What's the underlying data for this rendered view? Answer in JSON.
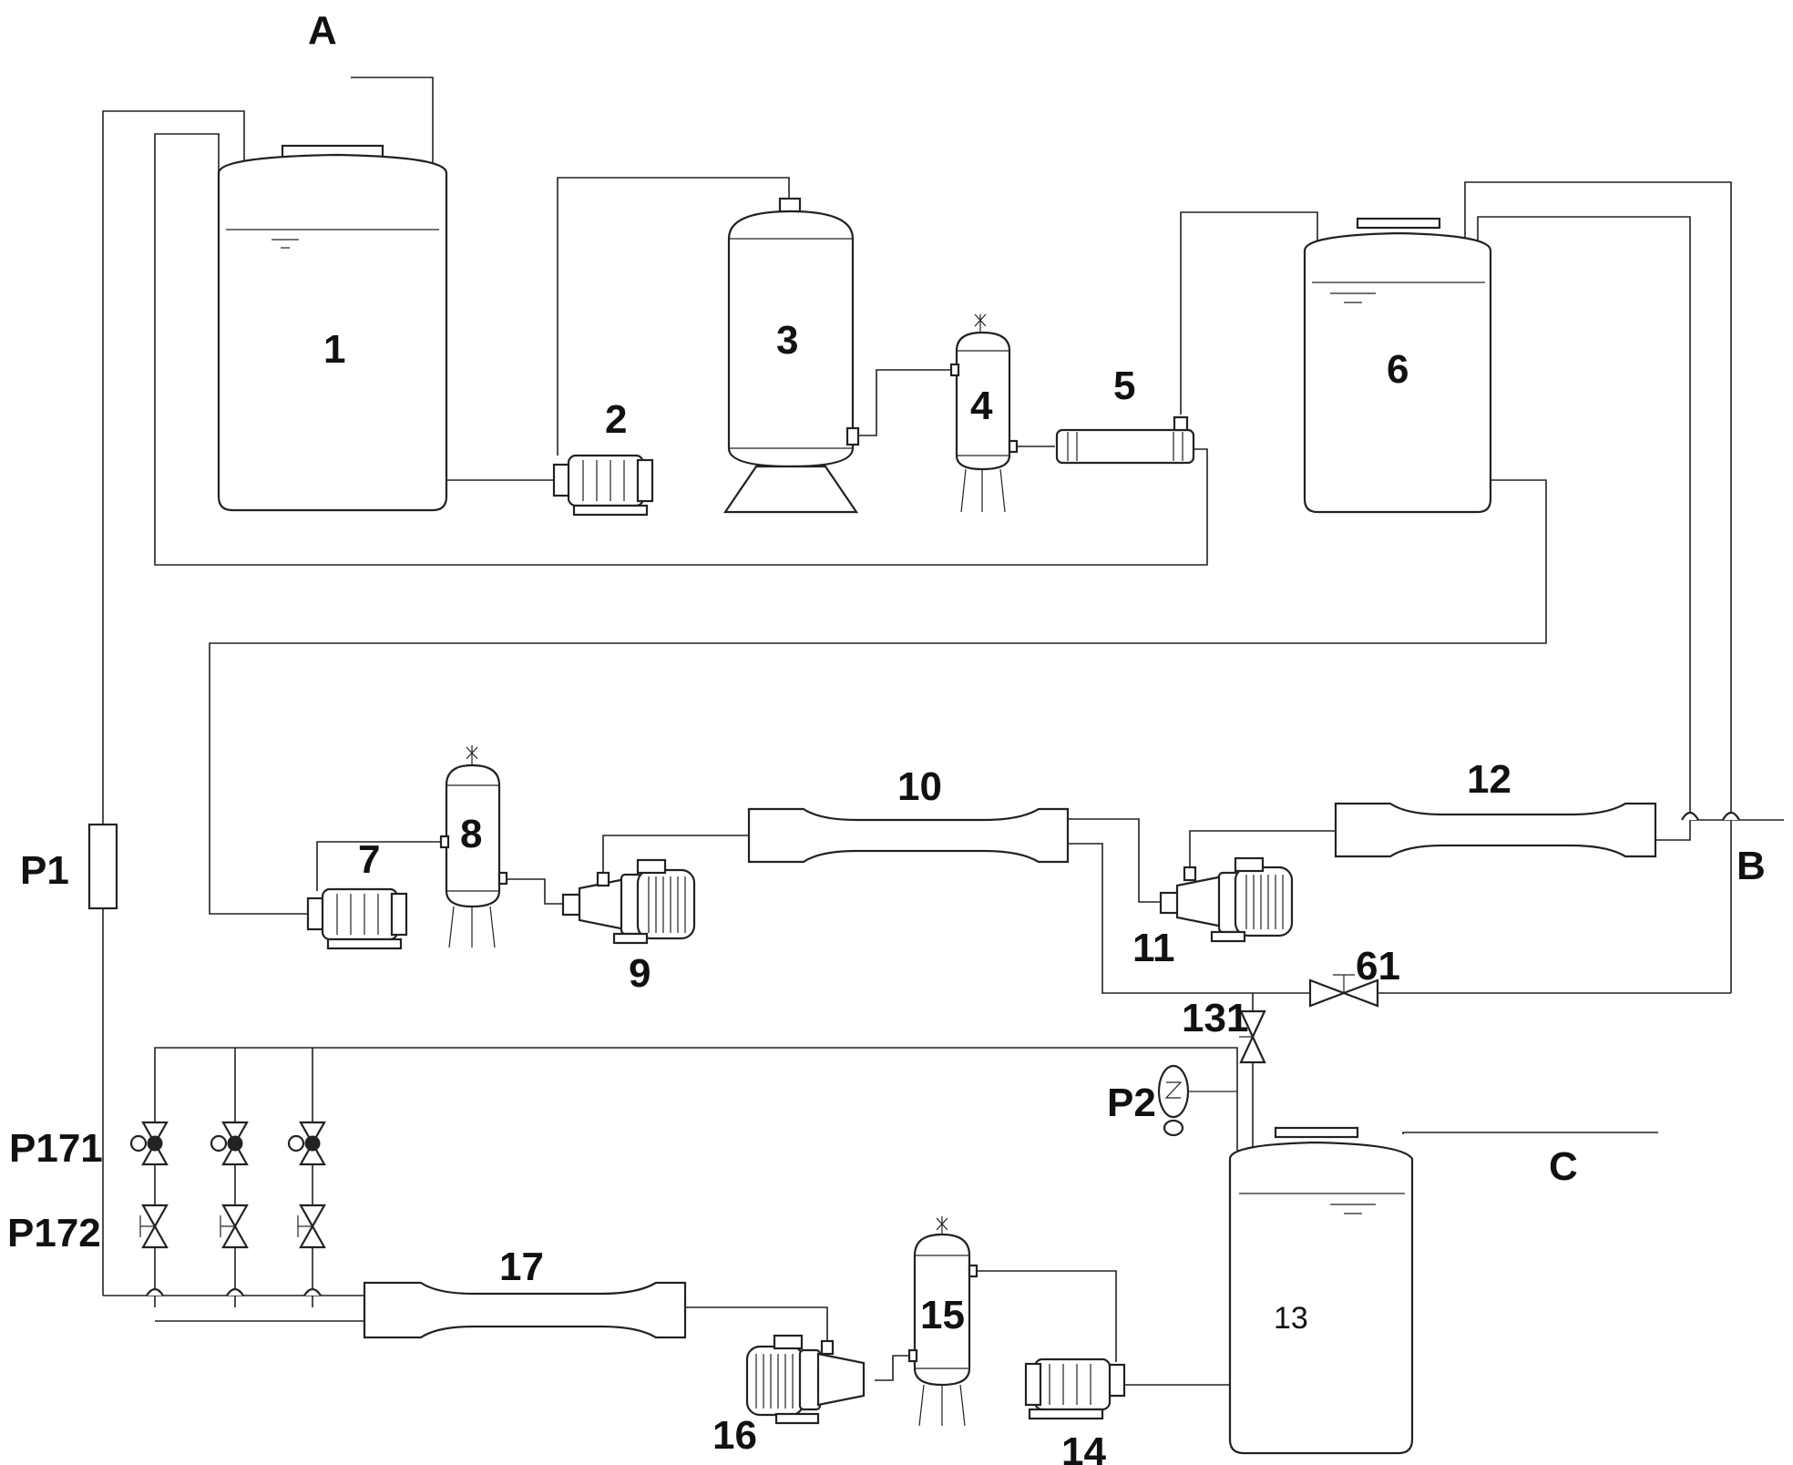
{
  "labels": {
    "A": "A",
    "B": "B",
    "C": "C",
    "P1": "P1",
    "P2": "P2",
    "P171": "P171",
    "P172": "P172",
    "n1": "1",
    "n2": "2",
    "n3": "3",
    "n4": "4",
    "n5": "5",
    "n6": "6",
    "n7": "7",
    "n8": "8",
    "n9": "9",
    "n10": "10",
    "n11": "11",
    "n12": "12",
    "n13": "13",
    "n14": "14",
    "n15": "15",
    "n16": "16",
    "n17": "17",
    "n61": "61",
    "n131": "131"
  }
}
